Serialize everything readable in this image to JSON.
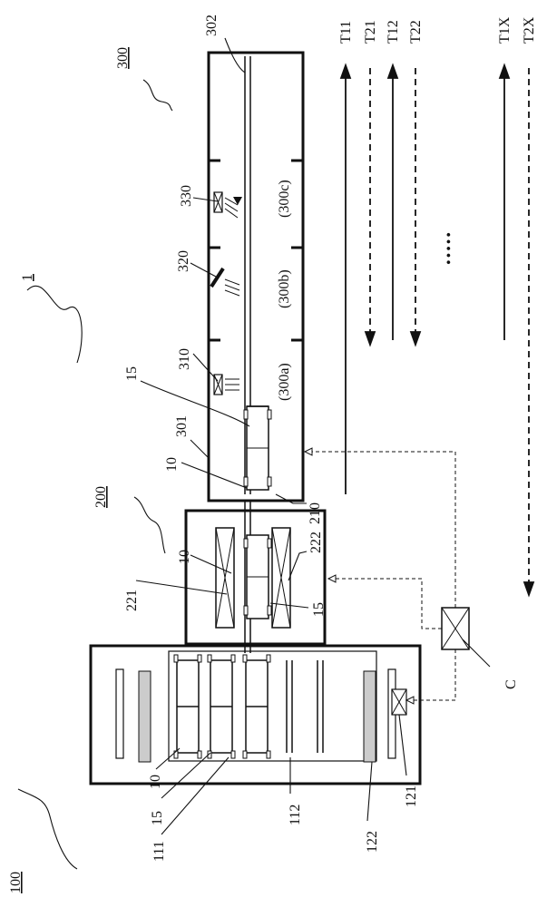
{
  "labels": {
    "system": "1",
    "unit_300": "300",
    "unit_200": "200",
    "unit_100": "100",
    "r302": "302",
    "r330": "330",
    "r320": "320",
    "r310": "310",
    "r15a": "15",
    "r301": "301",
    "r10a": "10",
    "r210": "210",
    "r222": "222",
    "r10b": "10",
    "r221": "221",
    "r15b": "15",
    "rC": "C",
    "r10c": "10",
    "r15c": "15",
    "r111": "111",
    "r112": "112",
    "r122": "122",
    "r121": "121",
    "zone_c": "(300c)",
    "zone_b": "(300b)",
    "zone_a": "(300a)",
    "dots": "•••••"
  },
  "timing": [
    "T11",
    "T21",
    "T12",
    "T22",
    "T1X",
    "T2X"
  ]
}
